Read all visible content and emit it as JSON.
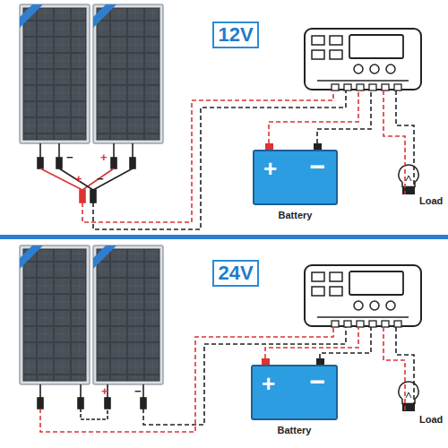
{
  "diagram": {
    "nodes": [
      {
        "text": [
          "12V"
        ]
      },
      {
        "text": [
          "+",
          "−",
          "Battery"
        ]
      },
      {
        "text": [
          "Load"
        ]
      },
      {
        "text": [
          "24V"
        ]
      },
      {
        "text": [
          "+",
          "−",
          "Battery"
        ]
      },
      {
        "text": [
          "Load"
        ]
      }
    ],
    "labels": [
      "+",
      "+",
      "−",
      "−",
      "+",
      "−"
    ]
  }
}
